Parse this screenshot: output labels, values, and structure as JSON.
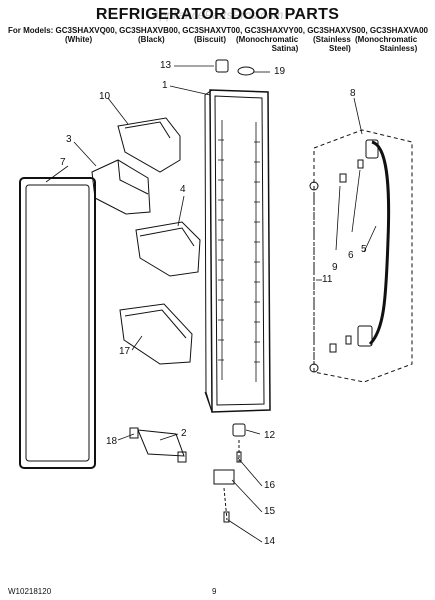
{
  "header": {
    "title": "REFRIGERATOR DOOR PARTS",
    "watermark": "AppliancePartsPros.com",
    "models_line": "For Models: GC3SHAXVQ00, GC3SHAXVB00, GC3SHAXVT00, GC3SHAXVY00, GC3SHAXVS00, GC3SHAXVA00",
    "columns": [
      {
        "l1": "(White)",
        "l2": ""
      },
      {
        "l1": "(Black)",
        "l2": ""
      },
      {
        "l1": "(Biscuit)",
        "l2": ""
      },
      {
        "l1": "(Monochromatic",
        "l2": "Satina)"
      },
      {
        "l1": "(Stainless",
        "l2": "Steel)"
      },
      {
        "l1": "(Monochromatic",
        "l2": "Stainless)"
      }
    ]
  },
  "callouts": [
    "13",
    "19",
    "1",
    "10",
    "8",
    "3",
    "7",
    "4",
    "11",
    "9",
    "6",
    "5",
    "17",
    "2",
    "18",
    "12",
    "16",
    "15",
    "14"
  ],
  "footer": {
    "doc_id": "W10218120",
    "page": "9"
  }
}
